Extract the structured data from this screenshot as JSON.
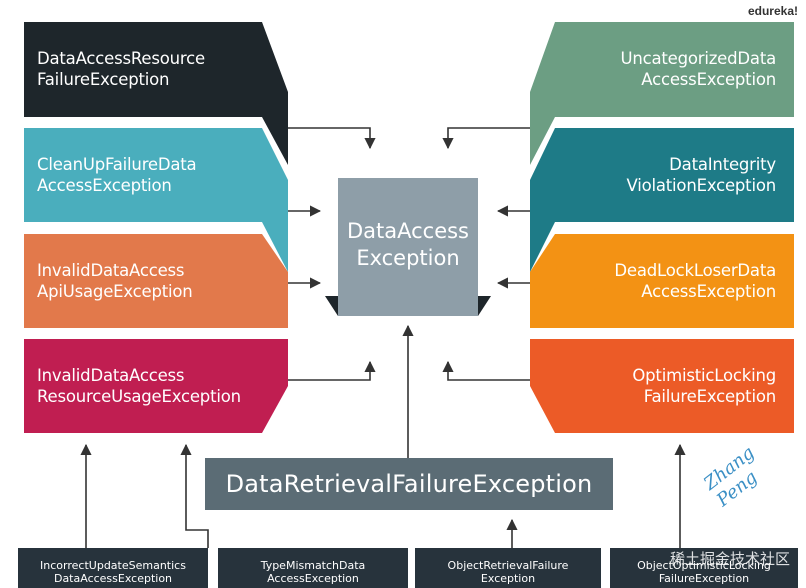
{
  "brand": "edureka!",
  "center": {
    "label": "DataAccess\nException",
    "color": "#8e9ea8"
  },
  "left_boxes": [
    {
      "label": "DataAccessResource\nFailureException",
      "color": "#1e262b"
    },
    {
      "label": "CleanUpFailureData\nAccessException",
      "color": "#4aaebd"
    },
    {
      "label": "InvalidDataAccess\nApiUsageException",
      "color": "#e2794b"
    },
    {
      "label": "InvalidDataAccess\nResourceUsageException",
      "color": "#c01e51"
    }
  ],
  "right_boxes": [
    {
      "label": "UncategorizedData\nAccessException",
      "color": "#6c9e83"
    },
    {
      "label": "DataIntegrity\nViolationException",
      "color": "#1e7b87"
    },
    {
      "label": "DeadLockLoserData\nAccessException",
      "color": "#f39214"
    },
    {
      "label": "OptimisticLocking\nFailureException",
      "color": "#ec5b27"
    }
  ],
  "retrieval": {
    "label": "DataRetrievalFailureException",
    "color": "#5b6c75"
  },
  "sub_boxes": [
    {
      "label": "IncorrectUpdateSemantics\nDataAccessException"
    },
    {
      "label": "TypeMismatchData\nAccessException"
    },
    {
      "label": "ObjectRetrievalFailure\nException"
    },
    {
      "label": "ObjectOptimisticLocking\nFailureException"
    }
  ],
  "colors": {
    "sub_box": "#27333c",
    "arrow": "#333333"
  },
  "signature": "Zhang Peng",
  "watermark": "稀土掘金技术社区"
}
